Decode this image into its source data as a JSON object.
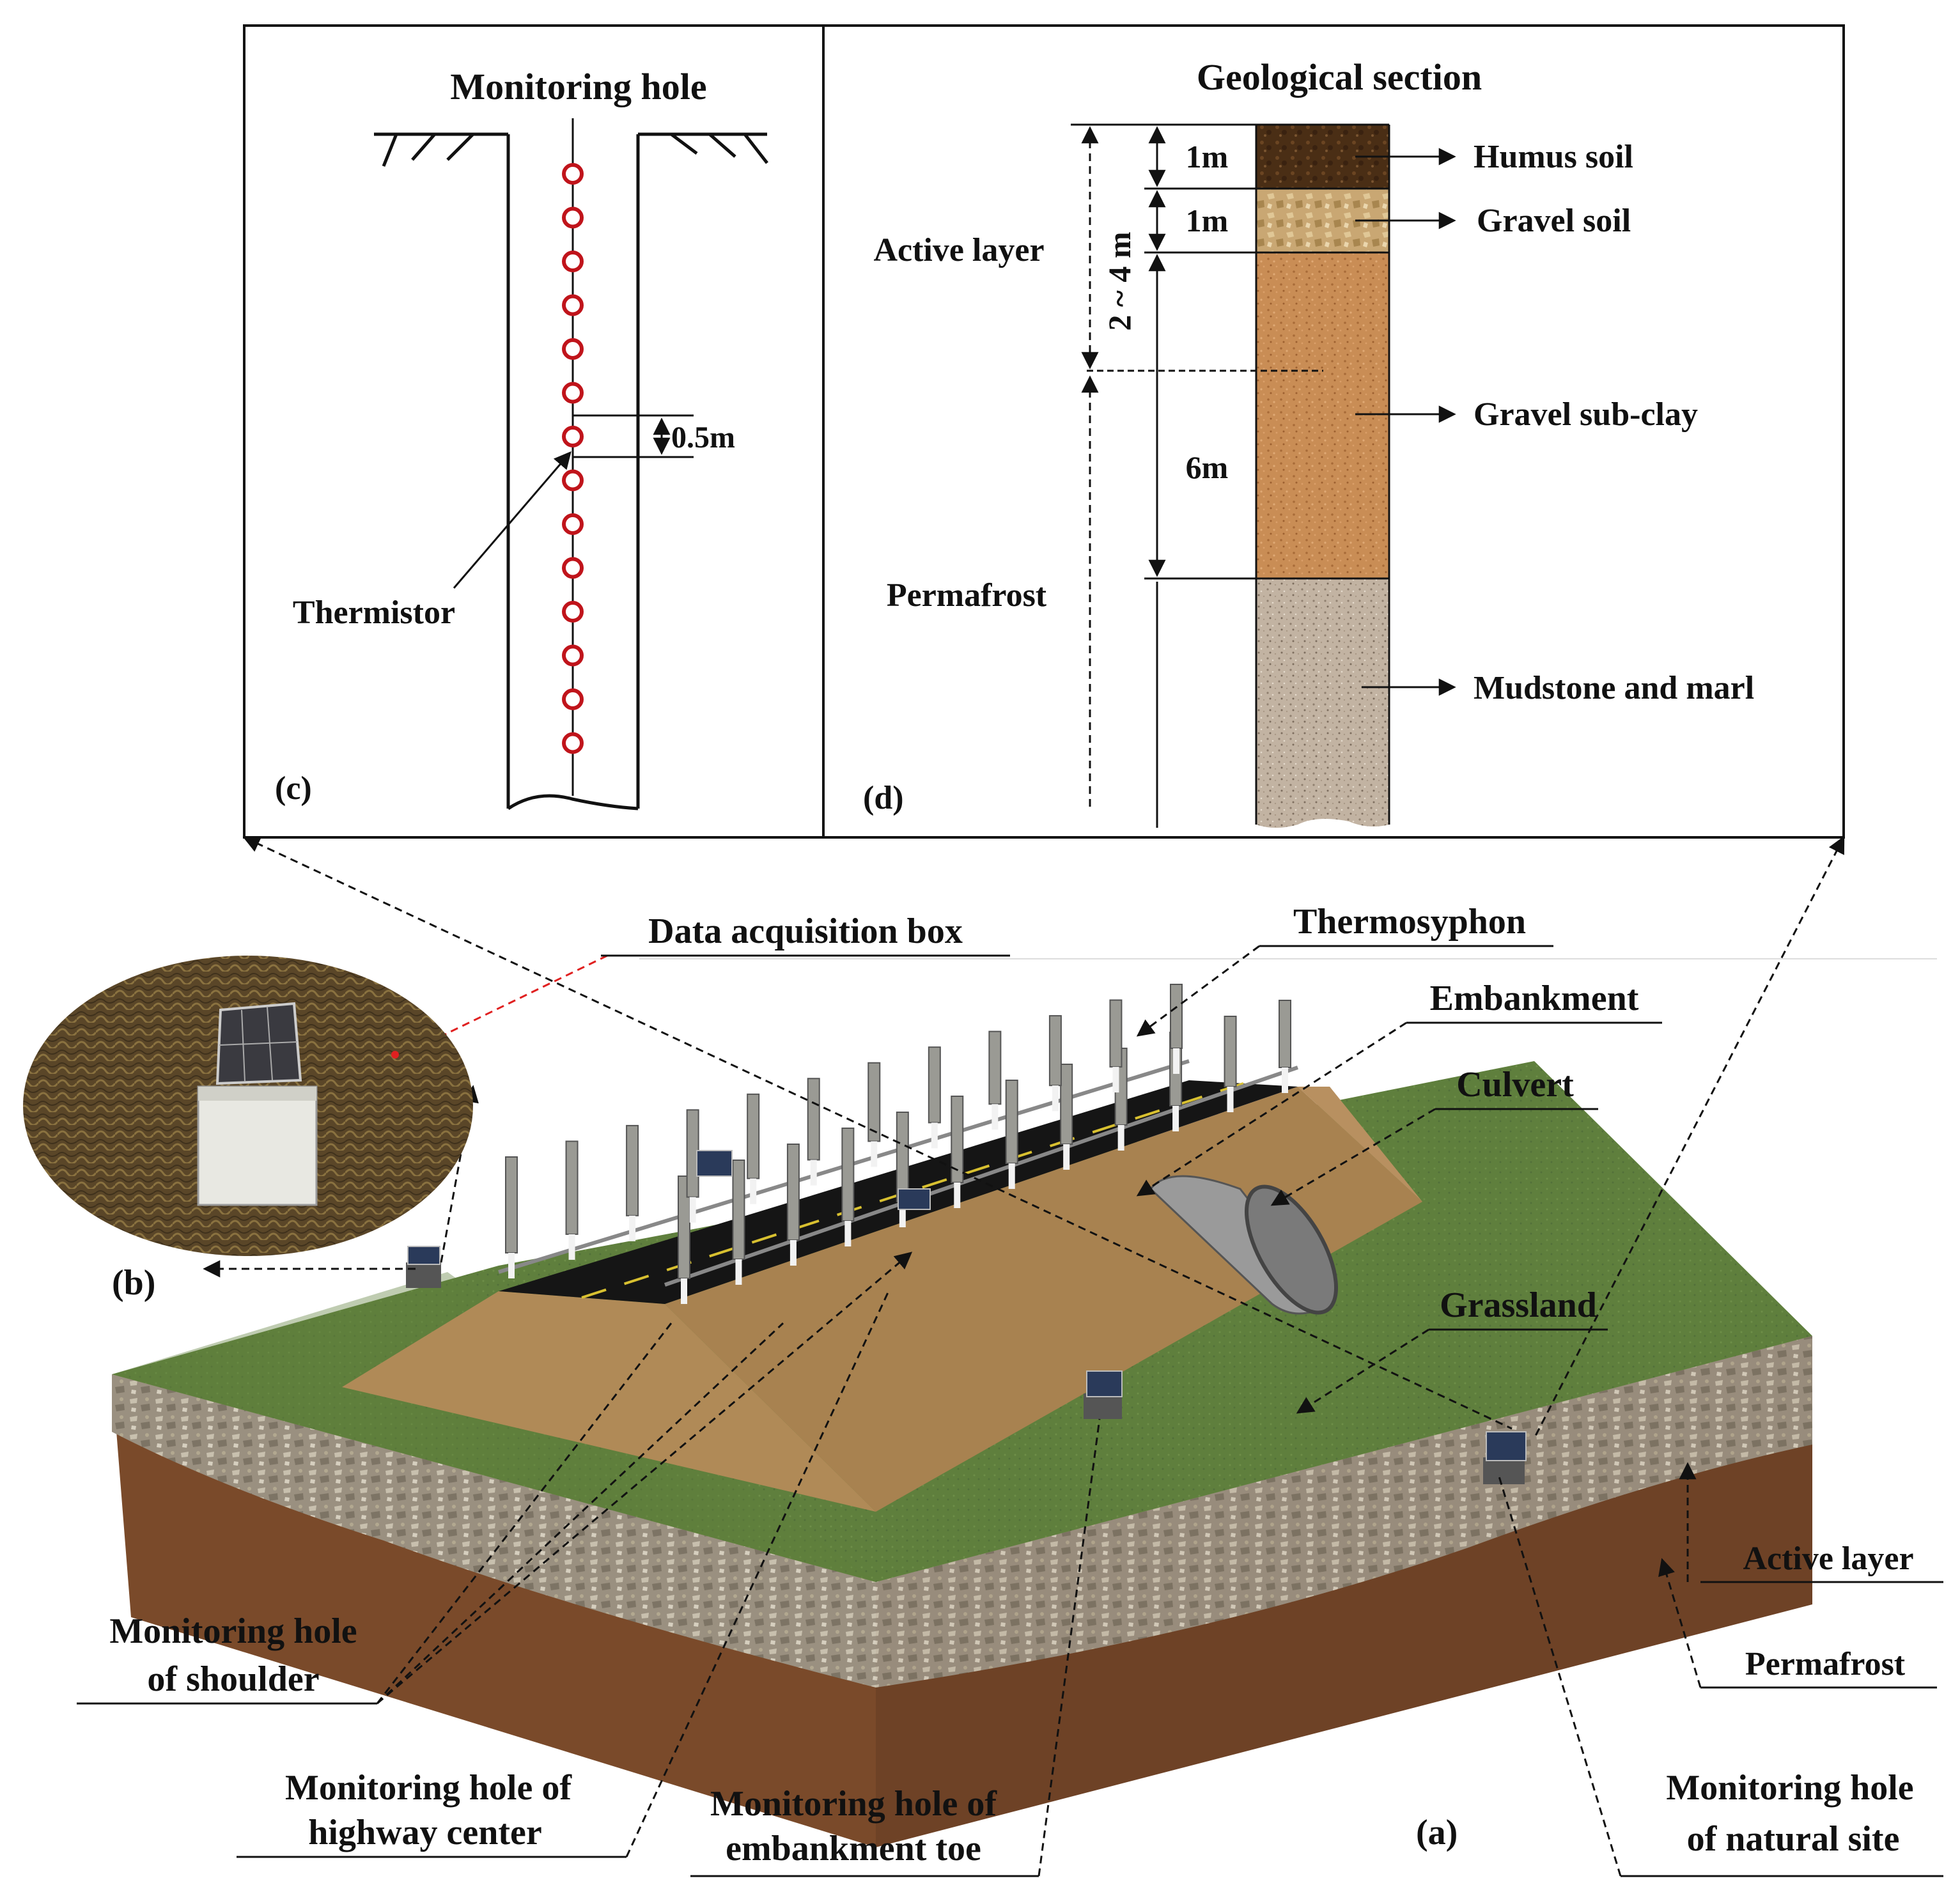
{
  "panel_c": {
    "title": "Monitoring hole",
    "spacing_label": "0.5m",
    "sensor_label": "Thermistor",
    "panel_letter": "(c)",
    "sensor_count": 14
  },
  "panel_d": {
    "title": "Geological section",
    "layers": [
      {
        "name": "Humus soil",
        "thickness": "1m"
      },
      {
        "name": "Gravel soil",
        "thickness": "1m"
      },
      {
        "name": "Gravel sub-clay",
        "thickness": "6m"
      },
      {
        "name": "Mudstone and marl",
        "thickness": ""
      }
    ],
    "active_layer_label": "Active layer",
    "active_layer_range": "2 ~ 4 m",
    "permafrost_label": "Permafrost",
    "panel_letter": "(d)"
  },
  "panel_a": {
    "labels": {
      "data_box": "Data acquisition box",
      "thermosyphon": "Thermosyphon",
      "embankment": "Embankment",
      "culvert": "Culvert",
      "grassland": "Grassland",
      "active_layer": "Active layer",
      "permafrost": "Permafrost"
    },
    "monitoring_holes": {
      "shoulder": [
        "Monitoring hole",
        "of shoulder"
      ],
      "center": [
        "Monitoring hole of",
        "highway  center"
      ],
      "toe": [
        "Monitoring hole of",
        "embankment  toe"
      ],
      "natural": [
        "Monitoring hole",
        "of natural site"
      ]
    },
    "panel_letter": "(a)"
  },
  "panel_b": {
    "panel_letter": "(b)"
  },
  "colors": {
    "grass": "#5f7f3d",
    "embankment": "#b08a57",
    "road": "#151515",
    "gravel_layer": "#9a9080",
    "soil": "#7a4a2a",
    "humus": "#4a2e15",
    "gravel_soil": "#c9a773",
    "sub_clay": "#c98d55",
    "mudstone": "#c2b3a2",
    "thermistor": "#c0141b"
  }
}
